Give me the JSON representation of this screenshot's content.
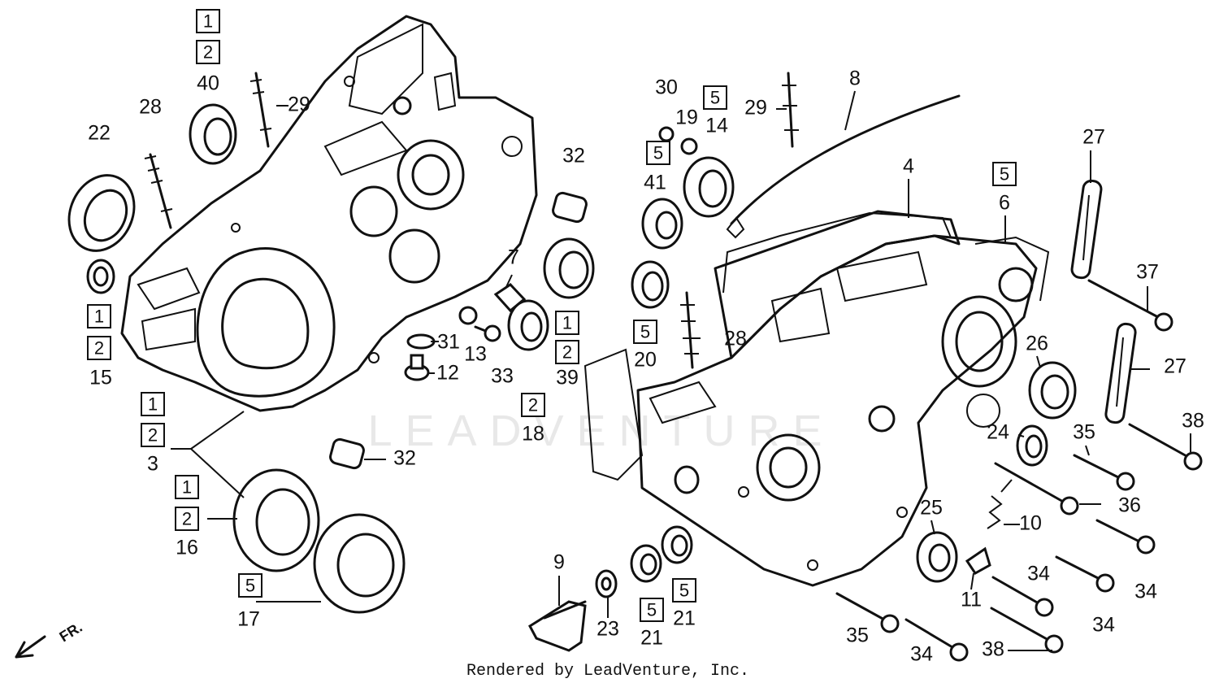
{
  "diagram": {
    "watermark": "LEADVENTURE",
    "credit": "Rendered by LeadVenture, Inc.",
    "direction_label": "FR.",
    "callouts": [
      {
        "id": "c1",
        "text": "1"
      },
      {
        "id": "c2",
        "text": "2"
      },
      {
        "id": "c40",
        "text": "40"
      },
      {
        "id": "c29a",
        "text": "29"
      },
      {
        "id": "c28a",
        "text": "28"
      },
      {
        "id": "c22",
        "text": "22"
      },
      {
        "id": "c15",
        "text": "15"
      },
      {
        "id": "c3",
        "text": "3"
      },
      {
        "id": "c16",
        "text": "16"
      },
      {
        "id": "c17",
        "text": "17"
      },
      {
        "id": "c32a",
        "text": "32"
      },
      {
        "id": "c32b",
        "text": "32"
      },
      {
        "id": "c7",
        "text": "7"
      },
      {
        "id": "c31",
        "text": "31"
      },
      {
        "id": "c13",
        "text": "13"
      },
      {
        "id": "c12",
        "text": "12"
      },
      {
        "id": "c33",
        "text": "33"
      },
      {
        "id": "c18",
        "text": "18"
      },
      {
        "id": "c39",
        "text": "39"
      },
      {
        "id": "c30",
        "text": "30"
      },
      {
        "id": "c19",
        "text": "19"
      },
      {
        "id": "c14",
        "text": "14"
      },
      {
        "id": "c41",
        "text": "41"
      },
      {
        "id": "c29b",
        "text": "29"
      },
      {
        "id": "c8",
        "text": "8"
      },
      {
        "id": "c20",
        "text": "20"
      },
      {
        "id": "c28b",
        "text": "28"
      },
      {
        "id": "c4",
        "text": "4"
      },
      {
        "id": "c6",
        "text": "6"
      },
      {
        "id": "c27a",
        "text": "27"
      },
      {
        "id": "c37",
        "text": "37"
      },
      {
        "id": "c27b",
        "text": "27"
      },
      {
        "id": "c26",
        "text": "26"
      },
      {
        "id": "c38a",
        "text": "38"
      },
      {
        "id": "c24",
        "text": "24"
      },
      {
        "id": "c35a",
        "text": "35"
      },
      {
        "id": "c36",
        "text": "36"
      },
      {
        "id": "c10",
        "text": "10"
      },
      {
        "id": "c25",
        "text": "25"
      },
      {
        "id": "c34a",
        "text": "34"
      },
      {
        "id": "c34b",
        "text": "34"
      },
      {
        "id": "c11",
        "text": "11"
      },
      {
        "id": "c34c",
        "text": "34"
      },
      {
        "id": "c35b",
        "text": "35"
      },
      {
        "id": "c34d",
        "text": "34"
      },
      {
        "id": "c38b",
        "text": "38"
      },
      {
        "id": "c9",
        "text": "9"
      },
      {
        "id": "c23",
        "text": "23"
      },
      {
        "id": "c21a",
        "text": "21"
      },
      {
        "id": "c21b",
        "text": "21"
      }
    ],
    "boxed_refs": [
      {
        "id": "b40a",
        "text": "1"
      },
      {
        "id": "b40b",
        "text": "2"
      },
      {
        "id": "b15a",
        "text": "1"
      },
      {
        "id": "b15b",
        "text": "2"
      },
      {
        "id": "b3a",
        "text": "1"
      },
      {
        "id": "b3b",
        "text": "2"
      },
      {
        "id": "b16a",
        "text": "1"
      },
      {
        "id": "b16b",
        "text": "2"
      },
      {
        "id": "b17",
        "text": "5"
      },
      {
        "id": "b18",
        "text": "2"
      },
      {
        "id": "b39a",
        "text": "1"
      },
      {
        "id": "b39b",
        "text": "2"
      },
      {
        "id": "b14",
        "text": "5"
      },
      {
        "id": "b41",
        "text": "5"
      },
      {
        "id": "b20",
        "text": "5"
      },
      {
        "id": "b6",
        "text": "5"
      },
      {
        "id": "b21a",
        "text": "5"
      },
      {
        "id": "b21b",
        "text": "5"
      }
    ]
  }
}
